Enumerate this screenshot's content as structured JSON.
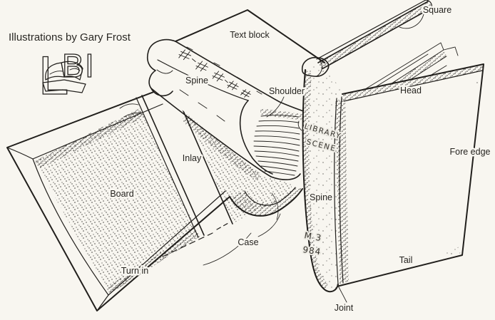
{
  "canvas": {
    "paper_color": "#f8f6f0",
    "ink_color": "#211f1c"
  },
  "credit": {
    "text": "Illustrations by Gary Frost"
  },
  "logo": {
    "letter_l": "L",
    "letter_b": "B",
    "letter_i": "I"
  },
  "diagram": {
    "labels": {
      "text_block": "Text block",
      "spine_text_block": "Spine",
      "shoulder": "Shoulder",
      "square": "Square",
      "head": "Head",
      "fore_edge": "Fore edge",
      "board": "Board",
      "inlay": "Inlay",
      "case": "Case",
      "turn_in": "Turn in",
      "spine_bound_book": "Spine",
      "tail": "Tail",
      "joint": "Joint"
    },
    "spine_lettering": {
      "line1": "LIBRARY",
      "line2": "SCENE"
    },
    "call_number": {
      "line1": "M 3",
      "line2": "984"
    }
  }
}
